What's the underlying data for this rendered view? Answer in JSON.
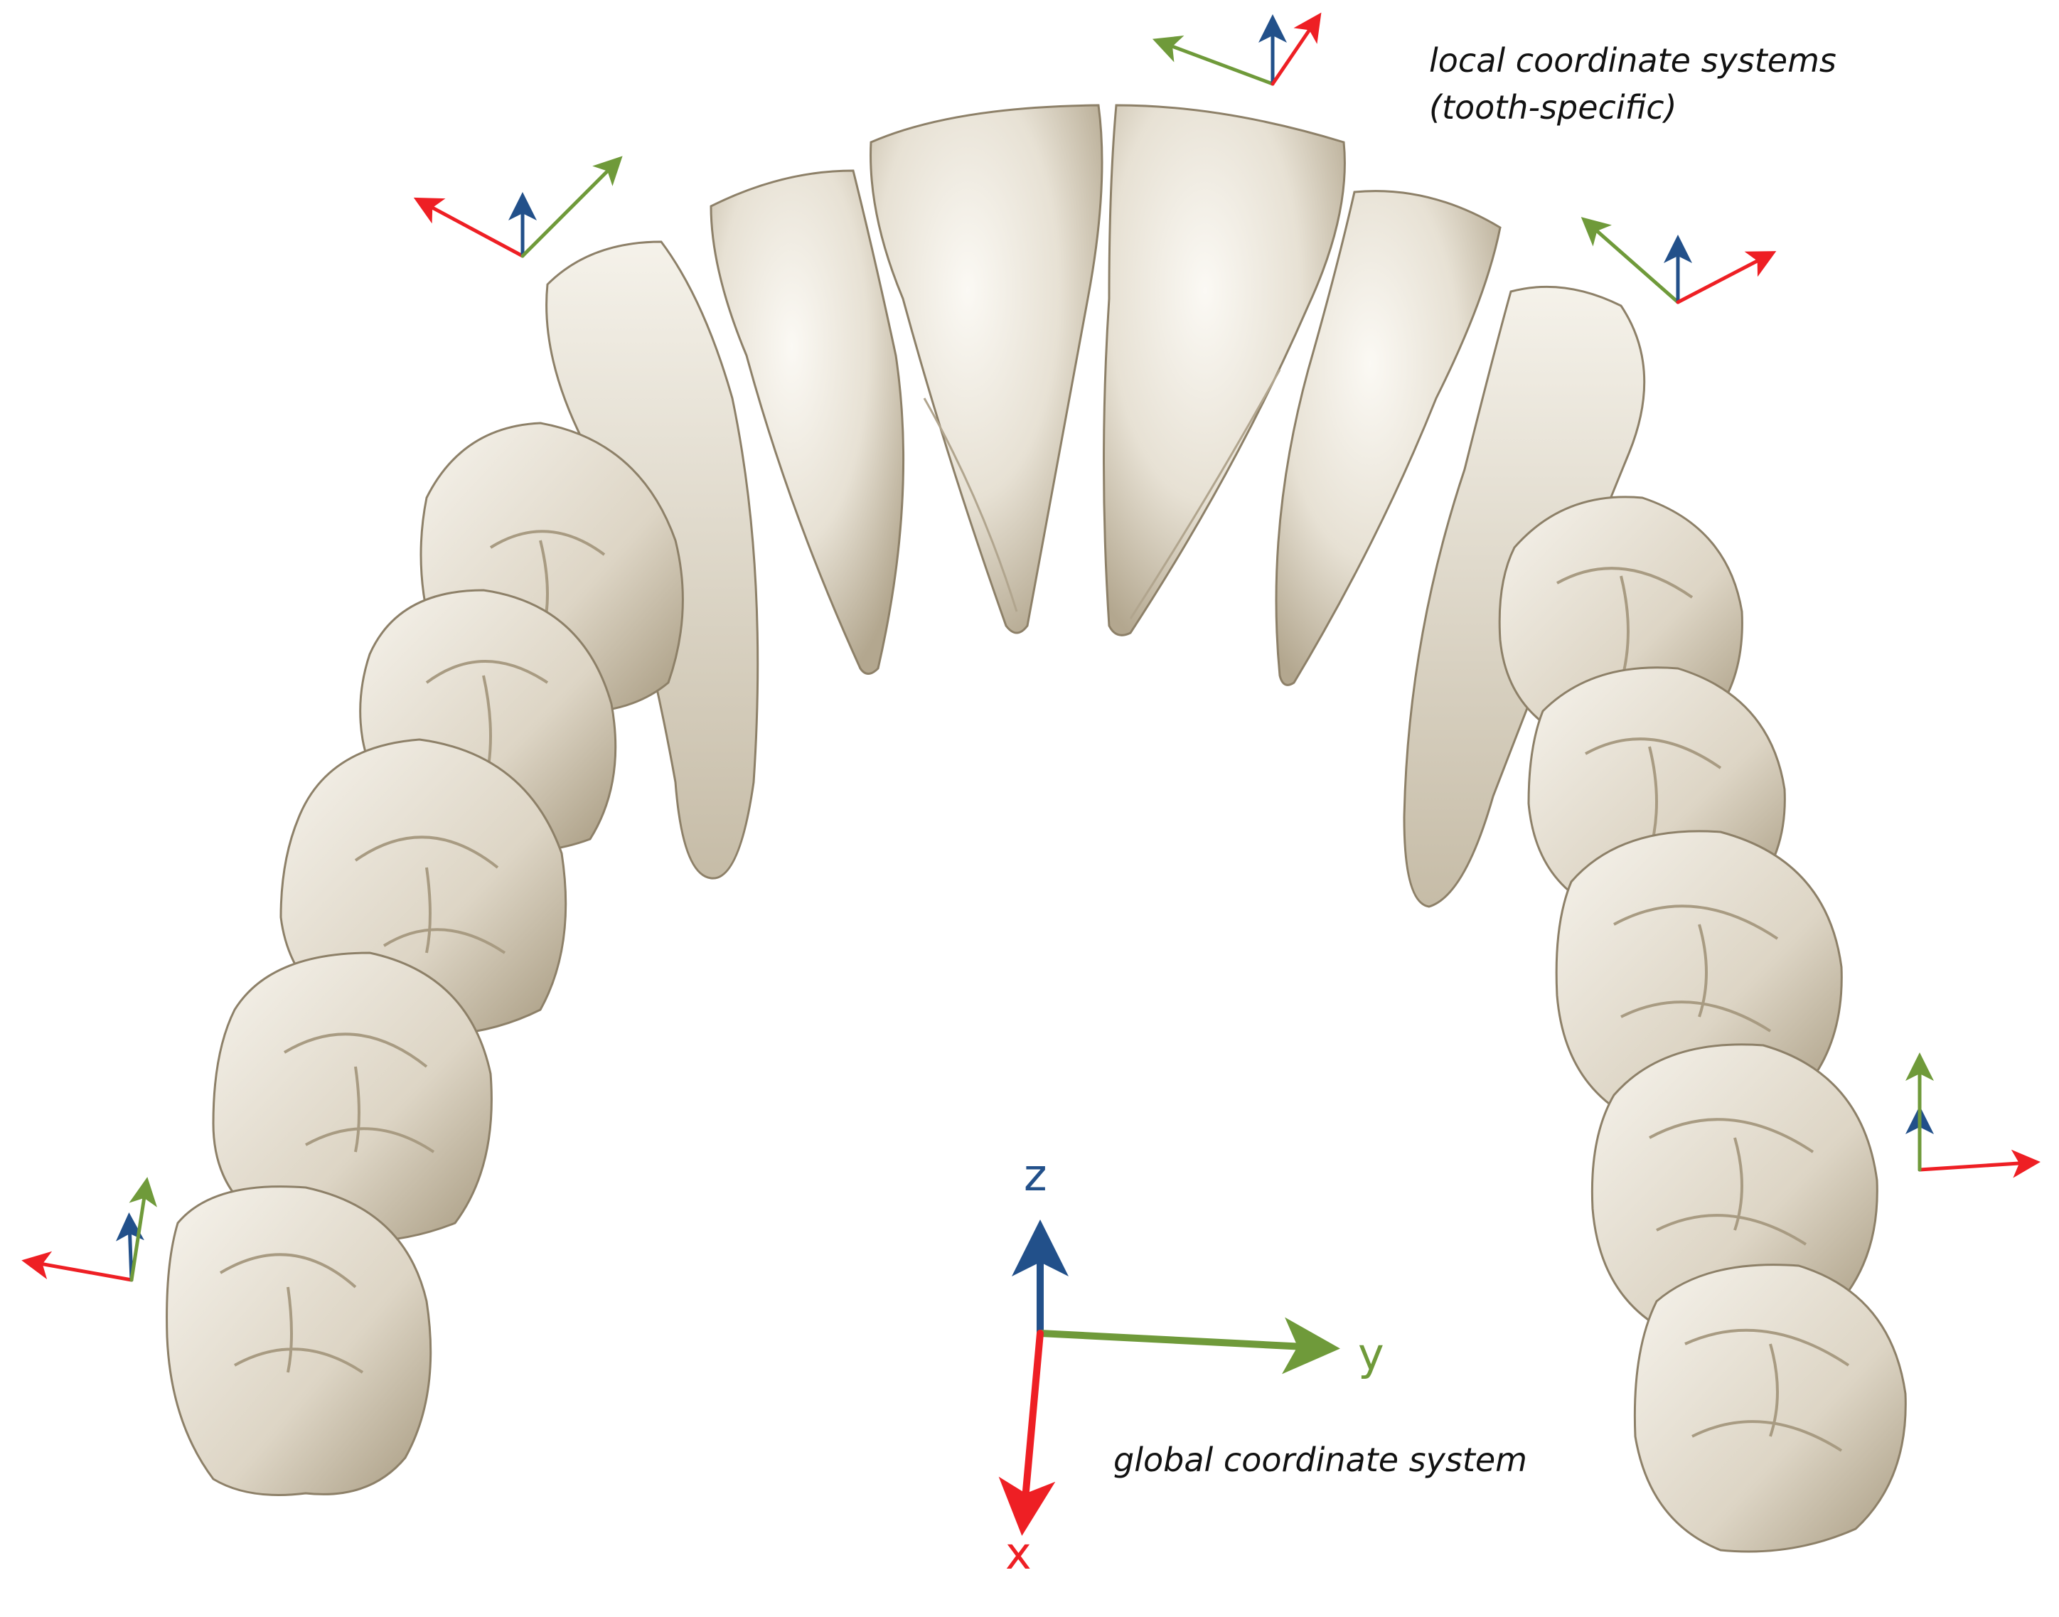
{
  "colors": {
    "x_axis": "#ee1f24",
    "y_axis": "#6f9a3a",
    "z_axis": "#22508a",
    "tooth_fill": "#e6e0d3",
    "tooth_shade": "#b7ab94",
    "text": "#111111"
  },
  "captions": {
    "local_line1": "local coordinate systems",
    "local_line2": "(tooth-specific)",
    "global": "global coordinate system"
  },
  "global_axes": {
    "x": "x",
    "y": "y",
    "z": "z"
  }
}
